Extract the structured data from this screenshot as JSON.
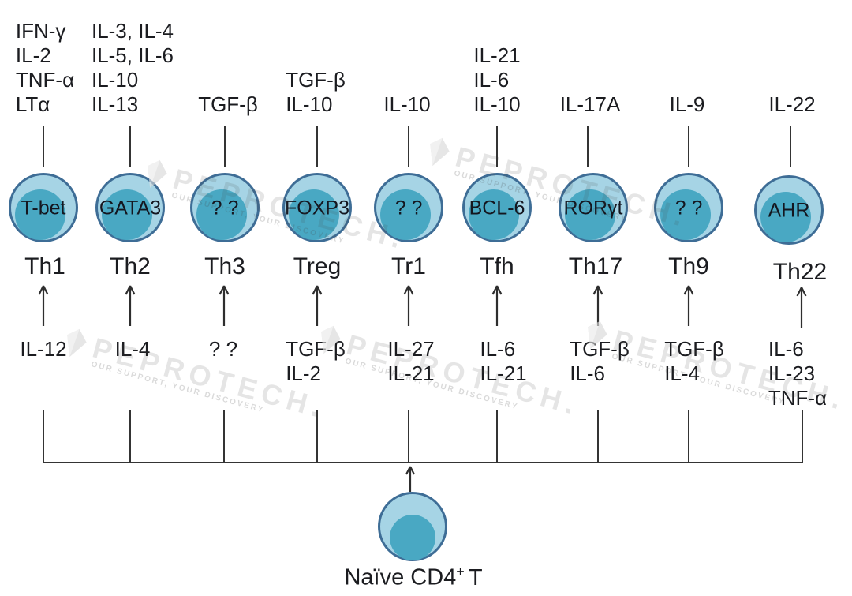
{
  "figure": {
    "naive_cell": {
      "label_base": "Naïve CD4",
      "label_sup": "+",
      "label_tail": "T"
    },
    "lineages": [
      {
        "name": "Th1",
        "factor": "T-bet",
        "secreted": [
          "IFN-γ",
          "IL-2",
          "TNF-α",
          "LTα"
        ],
        "inducers": [
          "IL-12"
        ]
      },
      {
        "name": "Th2",
        "factor": "GATA3",
        "secreted": [
          "IL-3, IL-4",
          "IL-5, IL-6",
          "IL-10",
          "IL-13"
        ],
        "inducers": [
          "IL-4"
        ]
      },
      {
        "name": "Th3",
        "factor": "? ?",
        "secreted": [
          "TGF-β"
        ],
        "inducers": [
          "? ?"
        ]
      },
      {
        "name": "Treg",
        "factor": "FOXP3",
        "secreted": [
          "TGF-β",
          "IL-10"
        ],
        "inducers": [
          "TGF-β",
          "IL-2"
        ]
      },
      {
        "name": "Tr1",
        "factor": "? ?",
        "secreted": [
          "IL-10"
        ],
        "inducers": [
          "IL-27",
          "IL-21"
        ]
      },
      {
        "name": "Tfh",
        "factor": "BCL-6",
        "secreted": [
          "IL-21",
          "IL-6",
          "IL-10"
        ],
        "inducers": [
          "IL-6",
          "IL-21"
        ]
      },
      {
        "name": "Th17",
        "factor": "RORγt",
        "secreted": [
          "IL-17A"
        ],
        "inducers": [
          "TGF-β",
          "IL-6"
        ]
      },
      {
        "name": "Th9",
        "factor": "? ?",
        "secreted": [
          "IL-9"
        ],
        "inducers": [
          "TGF-β",
          "IL-4"
        ]
      },
      {
        "name": "Th22",
        "factor": "AHR",
        "secreted": [
          "IL-22"
        ],
        "inducers": [
          "IL-6",
          "IL-23",
          "TNF-α"
        ]
      }
    ]
  },
  "watermark": {
    "brand": "PEPROTECH.",
    "tagline": "OUR SUPPORT, YOUR DISCOVERY"
  },
  "colors": {
    "cell_fill": "#a6d4e5",
    "cell_nucleus": "#49a8c3",
    "cell_border": "#3e6d96",
    "line": "#343434",
    "text": "#1b1c20",
    "watermark": "#c9c9c9"
  }
}
